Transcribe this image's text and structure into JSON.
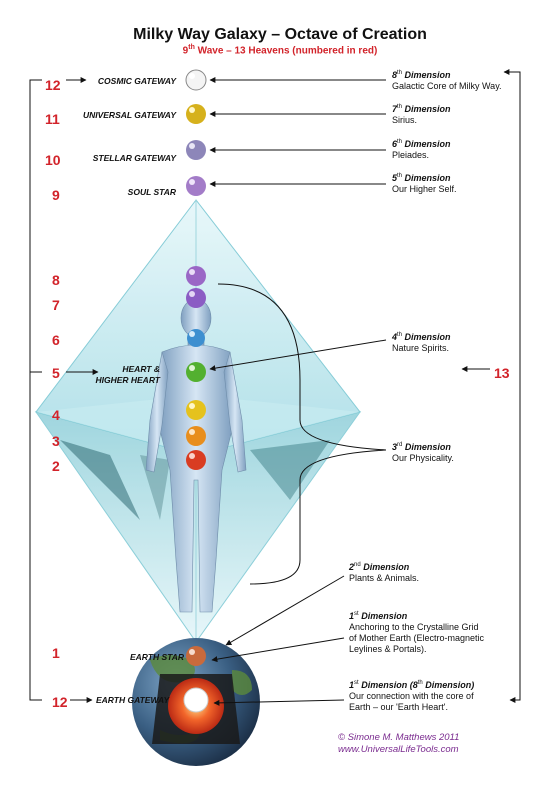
{
  "title": "Milky Way Galaxy – Octave of Creation",
  "subtitle": {
    "ordinal": "9",
    "ordinal_suffix": "th",
    "rest": " Wave – 13 Heavens (numbered in red)"
  },
  "heaven_numbers": [
    "12",
    "11",
    "10",
    "9",
    "8",
    "7",
    "6",
    "5",
    "4",
    "3",
    "2",
    "1",
    "12",
    "13"
  ],
  "chakra_labels": {
    "cosmic": "COSMIC GATEWAY",
    "universal": "UNIVERSAL GATEWAY",
    "stellar": "STELLAR GATEWAY",
    "soul": "SOUL STAR",
    "heart_1": "HEART &",
    "heart_2": "HIGHER HEART",
    "earth_star": "EARTH STAR",
    "earth_gateway": "EARTH GATEWAY"
  },
  "dimensions": [
    {
      "num": "8",
      "suf": "th",
      "title": " Dimension",
      "desc": [
        "Galactic Core of Milky Way."
      ]
    },
    {
      "num": "7",
      "suf": "th",
      "title": " Dimension",
      "desc": [
        "Sirius."
      ]
    },
    {
      "num": "6",
      "suf": "th",
      "title": " Dimension",
      "desc": [
        "Pleiades."
      ]
    },
    {
      "num": "5",
      "suf": "th",
      "title": " Dimension",
      "desc": [
        "Our Higher Self."
      ]
    },
    {
      "num": "4",
      "suf": "th",
      "title": " Dimension",
      "desc": [
        "Nature Spirits."
      ]
    },
    {
      "num": "3",
      "suf": "rd",
      "title": " Dimension",
      "desc": [
        "Our Physicality."
      ]
    },
    {
      "num": "2",
      "suf": "nd",
      "title": " Dimension",
      "desc": [
        "Plants & Animals."
      ]
    },
    {
      "num": "1",
      "suf": "st",
      "title": " Dimension",
      "desc": [
        "Anchoring to the Crystalline Grid",
        "of Mother Earth (Electro-magnetic",
        "Leylines & Portals)."
      ]
    },
    {
      "num": "1",
      "suf": "st",
      "title": " Dimension (8",
      "suf2": "th",
      "title2": " Dimension)",
      "desc": [
        "Our connection with the core of",
        "Earth – our 'Earth Heart'."
      ]
    }
  ],
  "credit": {
    "line1": "© Simone M. Matthews 2011",
    "line2": "www.UniversalLifeTools.com"
  },
  "colors": {
    "accent_red": "#d2232a",
    "credit_purple": "#7a2b8f",
    "crystal": "#a9dfe6"
  },
  "orbs": [
    {
      "name": "cosmic-gateway",
      "color": "#f4f4f4"
    },
    {
      "name": "universal-gateway",
      "color": "#d6b11c"
    },
    {
      "name": "stellar-gateway",
      "color": "#8d86b9"
    },
    {
      "name": "soul-star",
      "color": "#a37cc8"
    },
    {
      "name": "crown",
      "color": "#9a67c6"
    },
    {
      "name": "third-eye",
      "color": "#8b5cc4"
    },
    {
      "name": "throat",
      "color": "#3d8fd0"
    },
    {
      "name": "heart",
      "color": "#53b030"
    },
    {
      "name": "solar-plexus",
      "color": "#e5c21d"
    },
    {
      "name": "sacral",
      "color": "#e88e1d"
    },
    {
      "name": "root",
      "color": "#d93c22"
    },
    {
      "name": "earth-star",
      "color": "#c96a3c"
    }
  ]
}
